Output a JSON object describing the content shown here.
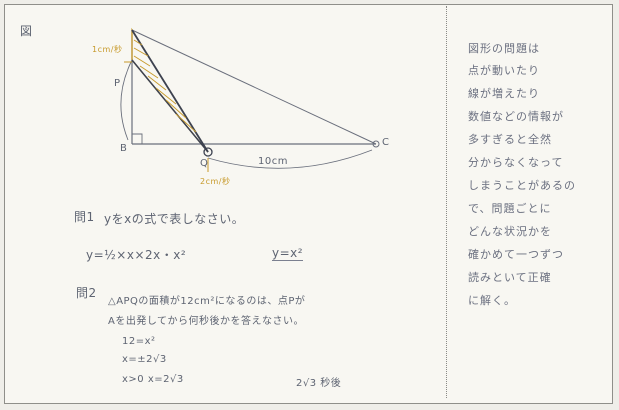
{
  "page": {
    "figure_label": "図",
    "diagram": {
      "label_b": "B",
      "label_c": "C",
      "speed_top": "1cm/秒",
      "label_p": "P",
      "label_q": "Q",
      "dist_bq": "10cm",
      "speed_bottom": "2cm/秒"
    },
    "q1": {
      "heading": "問1",
      "text": "yをxの式で表しなさい。",
      "work": "y=½×x×2x・x²",
      "answer": "y=x²"
    },
    "q2": {
      "heading": "問2",
      "line1": "△APQの面積が12cm²になるのは、点Pが",
      "line2": "Aを出発してから何秒後かを答えなさい。",
      "work1": "12=x²",
      "work2": "x=±2√3",
      "work3": "x>0 x=2√3",
      "answer": "2√3 秒後"
    },
    "note": {
      "lines": [
        "図形の問題は",
        "点が動いたり",
        "線が増えたり",
        "数値などの情報が",
        "多すぎると全然",
        "分からなくなって",
        "しまうことがあるの",
        "で、問題ごとに",
        "どんな状況かを",
        "確かめて一つずつ",
        "読みといて正確",
        "に解く。"
      ]
    }
  }
}
